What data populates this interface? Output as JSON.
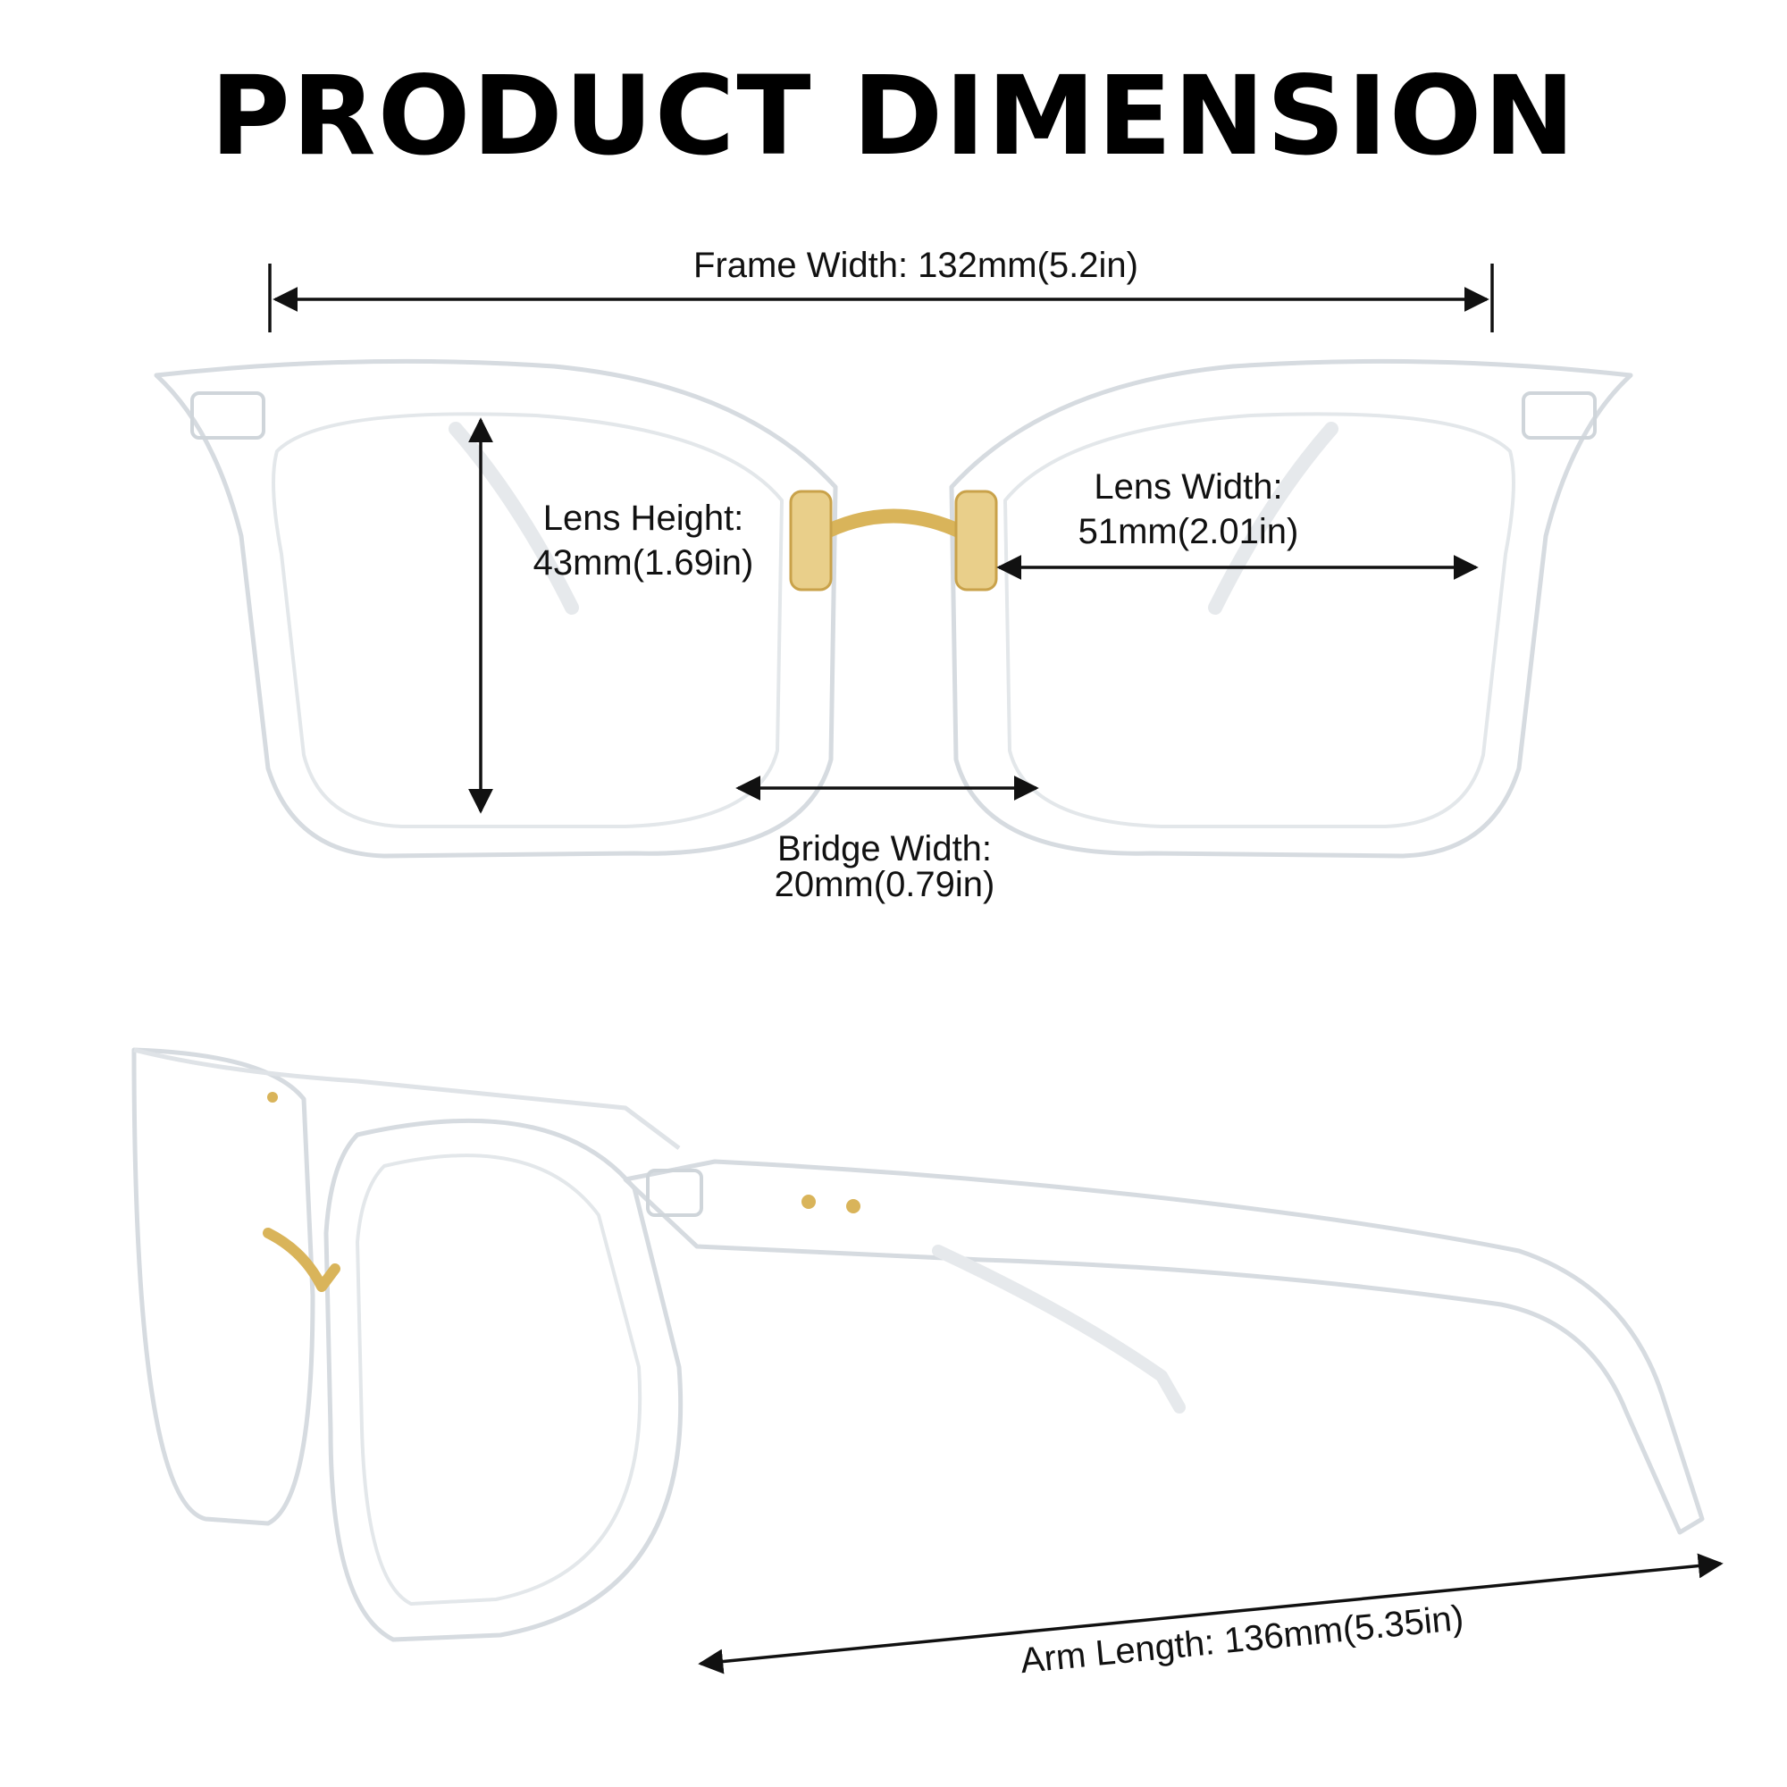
{
  "title": "PRODUCT DIMENSION",
  "dimensions": {
    "frame_width": "Frame Width: 132mm(5.2in)",
    "lens_height_line1": "Lens Height:",
    "lens_height_line2": "43mm(1.69in)",
    "lens_width_line1": "Lens Width:",
    "lens_width_line2": "51mm(2.01in)",
    "bridge_width_line1": "Bridge Width:",
    "bridge_width_line2": "20mm(0.79in)",
    "arm_length": "Arm Length: 136mm(5.35in)"
  },
  "colors": {
    "background": "#ffffff",
    "text": "#111111",
    "frame_outline": "#d6dbe0",
    "hinge_gold": "#d9b45a"
  }
}
